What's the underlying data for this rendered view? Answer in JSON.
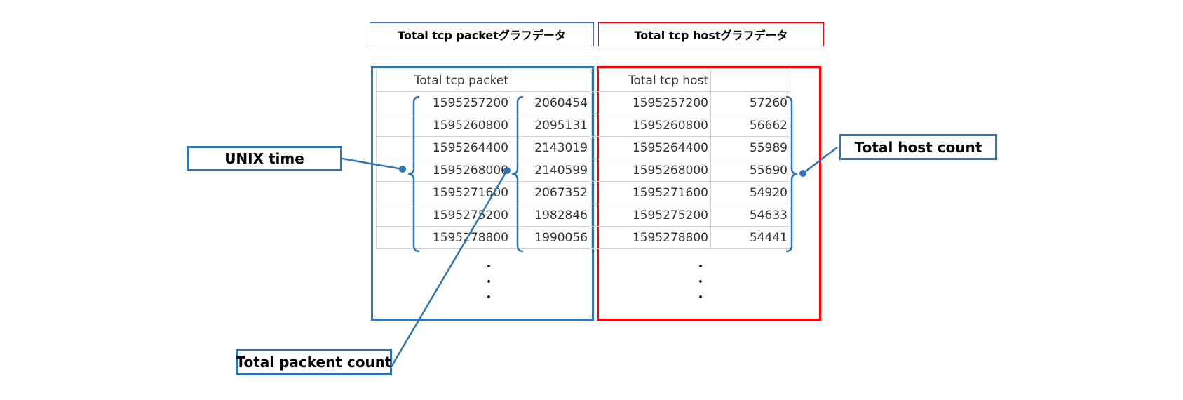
{
  "headers": {
    "packet": "Total tcp packetグラフデータ",
    "host": "Total tcp hostグラフデータ"
  },
  "packet_table": {
    "title": "Total tcp packet",
    "rows": [
      [
        "1595257200",
        "2060454"
      ],
      [
        "1595260800",
        "2095131"
      ],
      [
        "1595264400",
        "2143019"
      ],
      [
        "1595268000",
        "2140599"
      ],
      [
        "1595271600",
        "2067352"
      ],
      [
        "1595275200",
        "1982846"
      ],
      [
        "1595278800",
        "1990056"
      ]
    ]
  },
  "host_table": {
    "title": "Total tcp host",
    "rows": [
      [
        "1595257200",
        "57260"
      ],
      [
        "1595260800",
        "56662"
      ],
      [
        "1595264400",
        "55989"
      ],
      [
        "1595268000",
        "55690"
      ],
      [
        "1595271600",
        "54920"
      ],
      [
        "1595275200",
        "54633"
      ],
      [
        "1595278800",
        "54441"
      ]
    ]
  },
  "continuation": "・",
  "callouts": {
    "unix_time": "UNIX time",
    "packet_count": "Total packent count",
    "host_count": "Total host count"
  },
  "colors": {
    "packet_frame": "#2e75b6",
    "host_frame": "#ff0000",
    "packet_header_border": "#4472c4",
    "host_header_border": "#ff0000",
    "connector": "#2e75b6"
  }
}
